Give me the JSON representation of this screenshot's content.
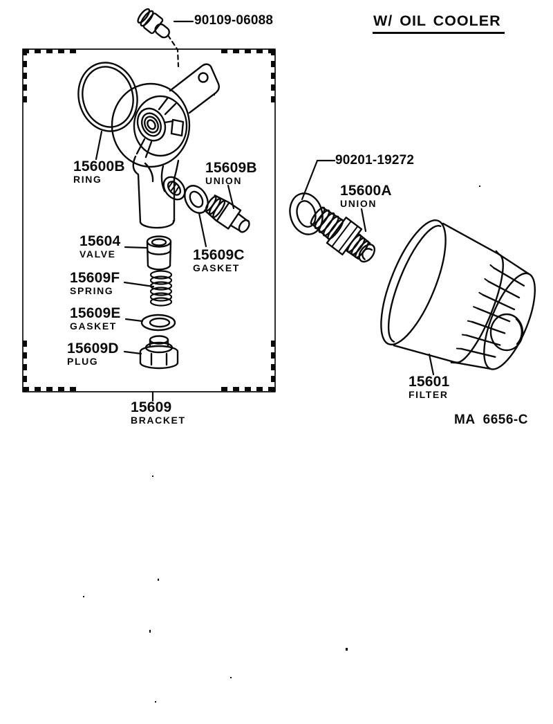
{
  "header": {
    "variant_title": "W/ OIL COOLER",
    "figure_code": "MA 6656-C"
  },
  "diagram": {
    "description": "Exploded parts diagram of oil filter bracket assembly with oil cooler",
    "enclosure": "dashed-corner box grouping the bracket sub-assembly"
  },
  "parts": [
    {
      "number": "90109-06088",
      "name": ""
    },
    {
      "number": "15600B",
      "name": "RING"
    },
    {
      "number": "15609B",
      "name": "UNION"
    },
    {
      "number": "15604",
      "name": "VALVE"
    },
    {
      "number": "15609F",
      "name": "SPRING"
    },
    {
      "number": "15609E",
      "name": "GASKET"
    },
    {
      "number": "15609D",
      "name": "PLUG"
    },
    {
      "number": "15609C",
      "name": "GASKET"
    },
    {
      "number": "15609",
      "name": "BRACKET"
    },
    {
      "number": "90201-19272",
      "name": ""
    },
    {
      "number": "15600A",
      "name": "UNION"
    },
    {
      "number": "15601",
      "name": "FILTER"
    }
  ],
  "colors": {
    "ink": "#0a0a0a",
    "paper": "#ffffff"
  }
}
